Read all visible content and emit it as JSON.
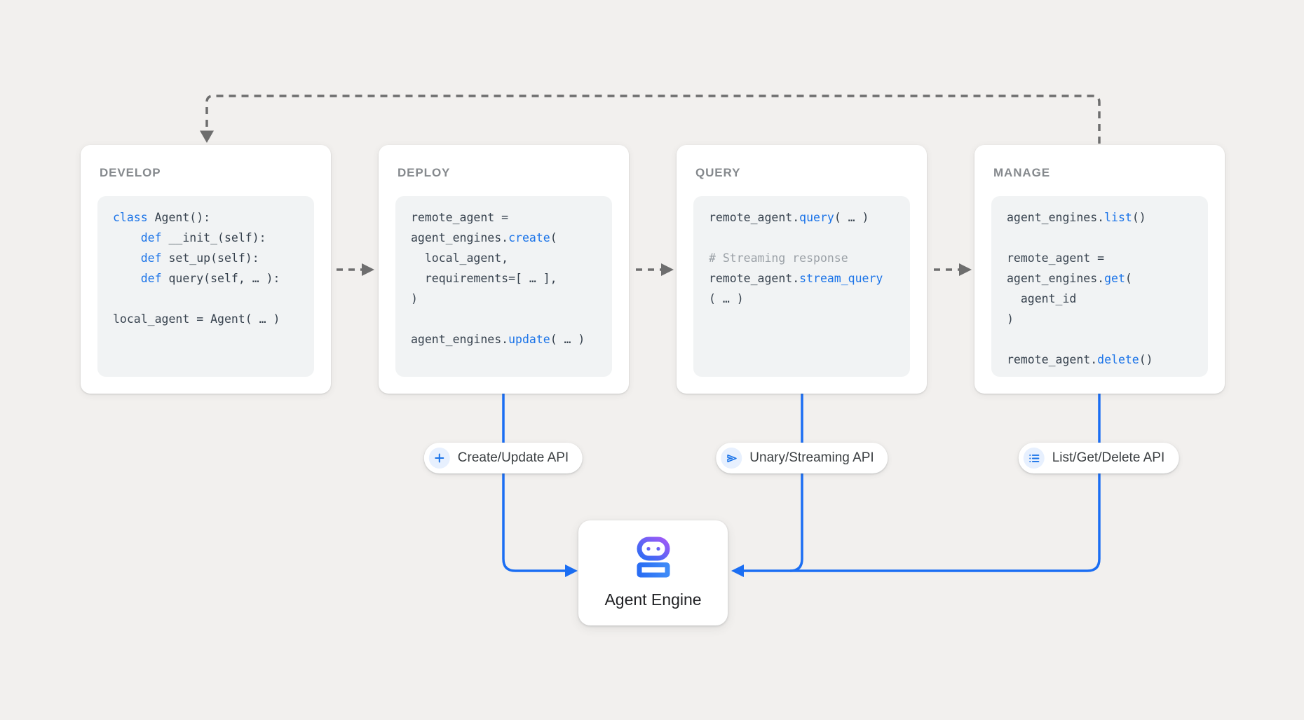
{
  "colors": {
    "background": "#f2f0ee",
    "card_bg": "#ffffff",
    "code_bg": "#f1f3f4",
    "code_text": "#37424e",
    "keyword": "#1a73e8",
    "comment": "#9aa0a6",
    "title": "#85898d",
    "connector_gray": "#6e6e6e",
    "connector_blue": "#1b6ef3",
    "icon_chip_bg": "#e7f0fe",
    "label_text": "#3c4043",
    "engine_text": "#202124"
  },
  "cards": [
    {
      "id": "develop",
      "title": "DEVELOP",
      "code": [
        [
          [
            "k",
            "class"
          ],
          [
            "p",
            " Agent():"
          ]
        ],
        [
          [
            "p",
            "    "
          ],
          [
            "k",
            "def"
          ],
          [
            "p",
            " __init_(self):"
          ]
        ],
        [
          [
            "p",
            "    "
          ],
          [
            "k",
            "def"
          ],
          [
            "p",
            " set_up(self):"
          ]
        ],
        [
          [
            "p",
            "    "
          ],
          [
            "k",
            "def"
          ],
          [
            "p",
            " query(self, … ):"
          ]
        ],
        [],
        [
          [
            "p",
            "local_agent = Agent( … )"
          ]
        ]
      ]
    },
    {
      "id": "deploy",
      "title": "DEPLOY",
      "code": [
        [
          [
            "p",
            "remote_agent ="
          ]
        ],
        [
          [
            "p",
            "agent_engines."
          ],
          [
            "k",
            "create"
          ],
          [
            "p",
            "("
          ]
        ],
        [
          [
            "p",
            "  local_agent,"
          ]
        ],
        [
          [
            "p",
            "  requirements=[ … ],"
          ]
        ],
        [
          [
            "p",
            ")"
          ]
        ],
        [],
        [
          [
            "p",
            "agent_engines."
          ],
          [
            "k",
            "update"
          ],
          [
            "p",
            "( … )"
          ]
        ]
      ]
    },
    {
      "id": "query",
      "title": "QUERY",
      "code": [
        [
          [
            "p",
            "remote_agent."
          ],
          [
            "k",
            "query"
          ],
          [
            "p",
            "( … )"
          ]
        ],
        [],
        [
          [
            "c",
            "# Streaming response"
          ]
        ],
        [
          [
            "p",
            "remote_agent."
          ],
          [
            "k",
            "stream_query"
          ]
        ],
        [
          [
            "p",
            "( … )"
          ]
        ]
      ]
    },
    {
      "id": "manage",
      "title": "MANAGE",
      "code": [
        [
          [
            "p",
            "agent_engines."
          ],
          [
            "k",
            "list"
          ],
          [
            "p",
            "()"
          ]
        ],
        [],
        [
          [
            "p",
            "remote_agent ="
          ]
        ],
        [
          [
            "p",
            "agent_engines."
          ],
          [
            "k",
            "get"
          ],
          [
            "p",
            "("
          ]
        ],
        [
          [
            "p",
            "  agent_id"
          ]
        ],
        [
          [
            "p",
            ")"
          ]
        ],
        [],
        [
          [
            "p",
            "remote_agent."
          ],
          [
            "k",
            "delete"
          ],
          [
            "p",
            "()"
          ]
        ]
      ]
    }
  ],
  "pills": [
    {
      "id": "create-update",
      "label": "Create/Update API",
      "icon": "plus-icon"
    },
    {
      "id": "unary-streaming",
      "label": "Unary/Streaming API",
      "icon": "send-icon"
    },
    {
      "id": "list-get-delete",
      "label": "List/Get/Delete API",
      "icon": "list-icon"
    }
  ],
  "engine": {
    "label": "Agent Engine",
    "icon": "robot-icon"
  }
}
